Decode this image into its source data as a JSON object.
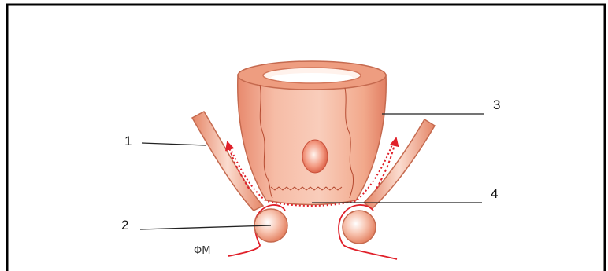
{
  "labels": {
    "l1": "1",
    "l2": "2",
    "l3": "3",
    "l4": "4"
  },
  "signature": "ΦΜ",
  "colors": {
    "frame": "#000000",
    "tissue_fill": "#F2A98C",
    "tissue_edge": "#C56A4F",
    "arrow": "#E0202A",
    "leader": "#222222"
  }
}
